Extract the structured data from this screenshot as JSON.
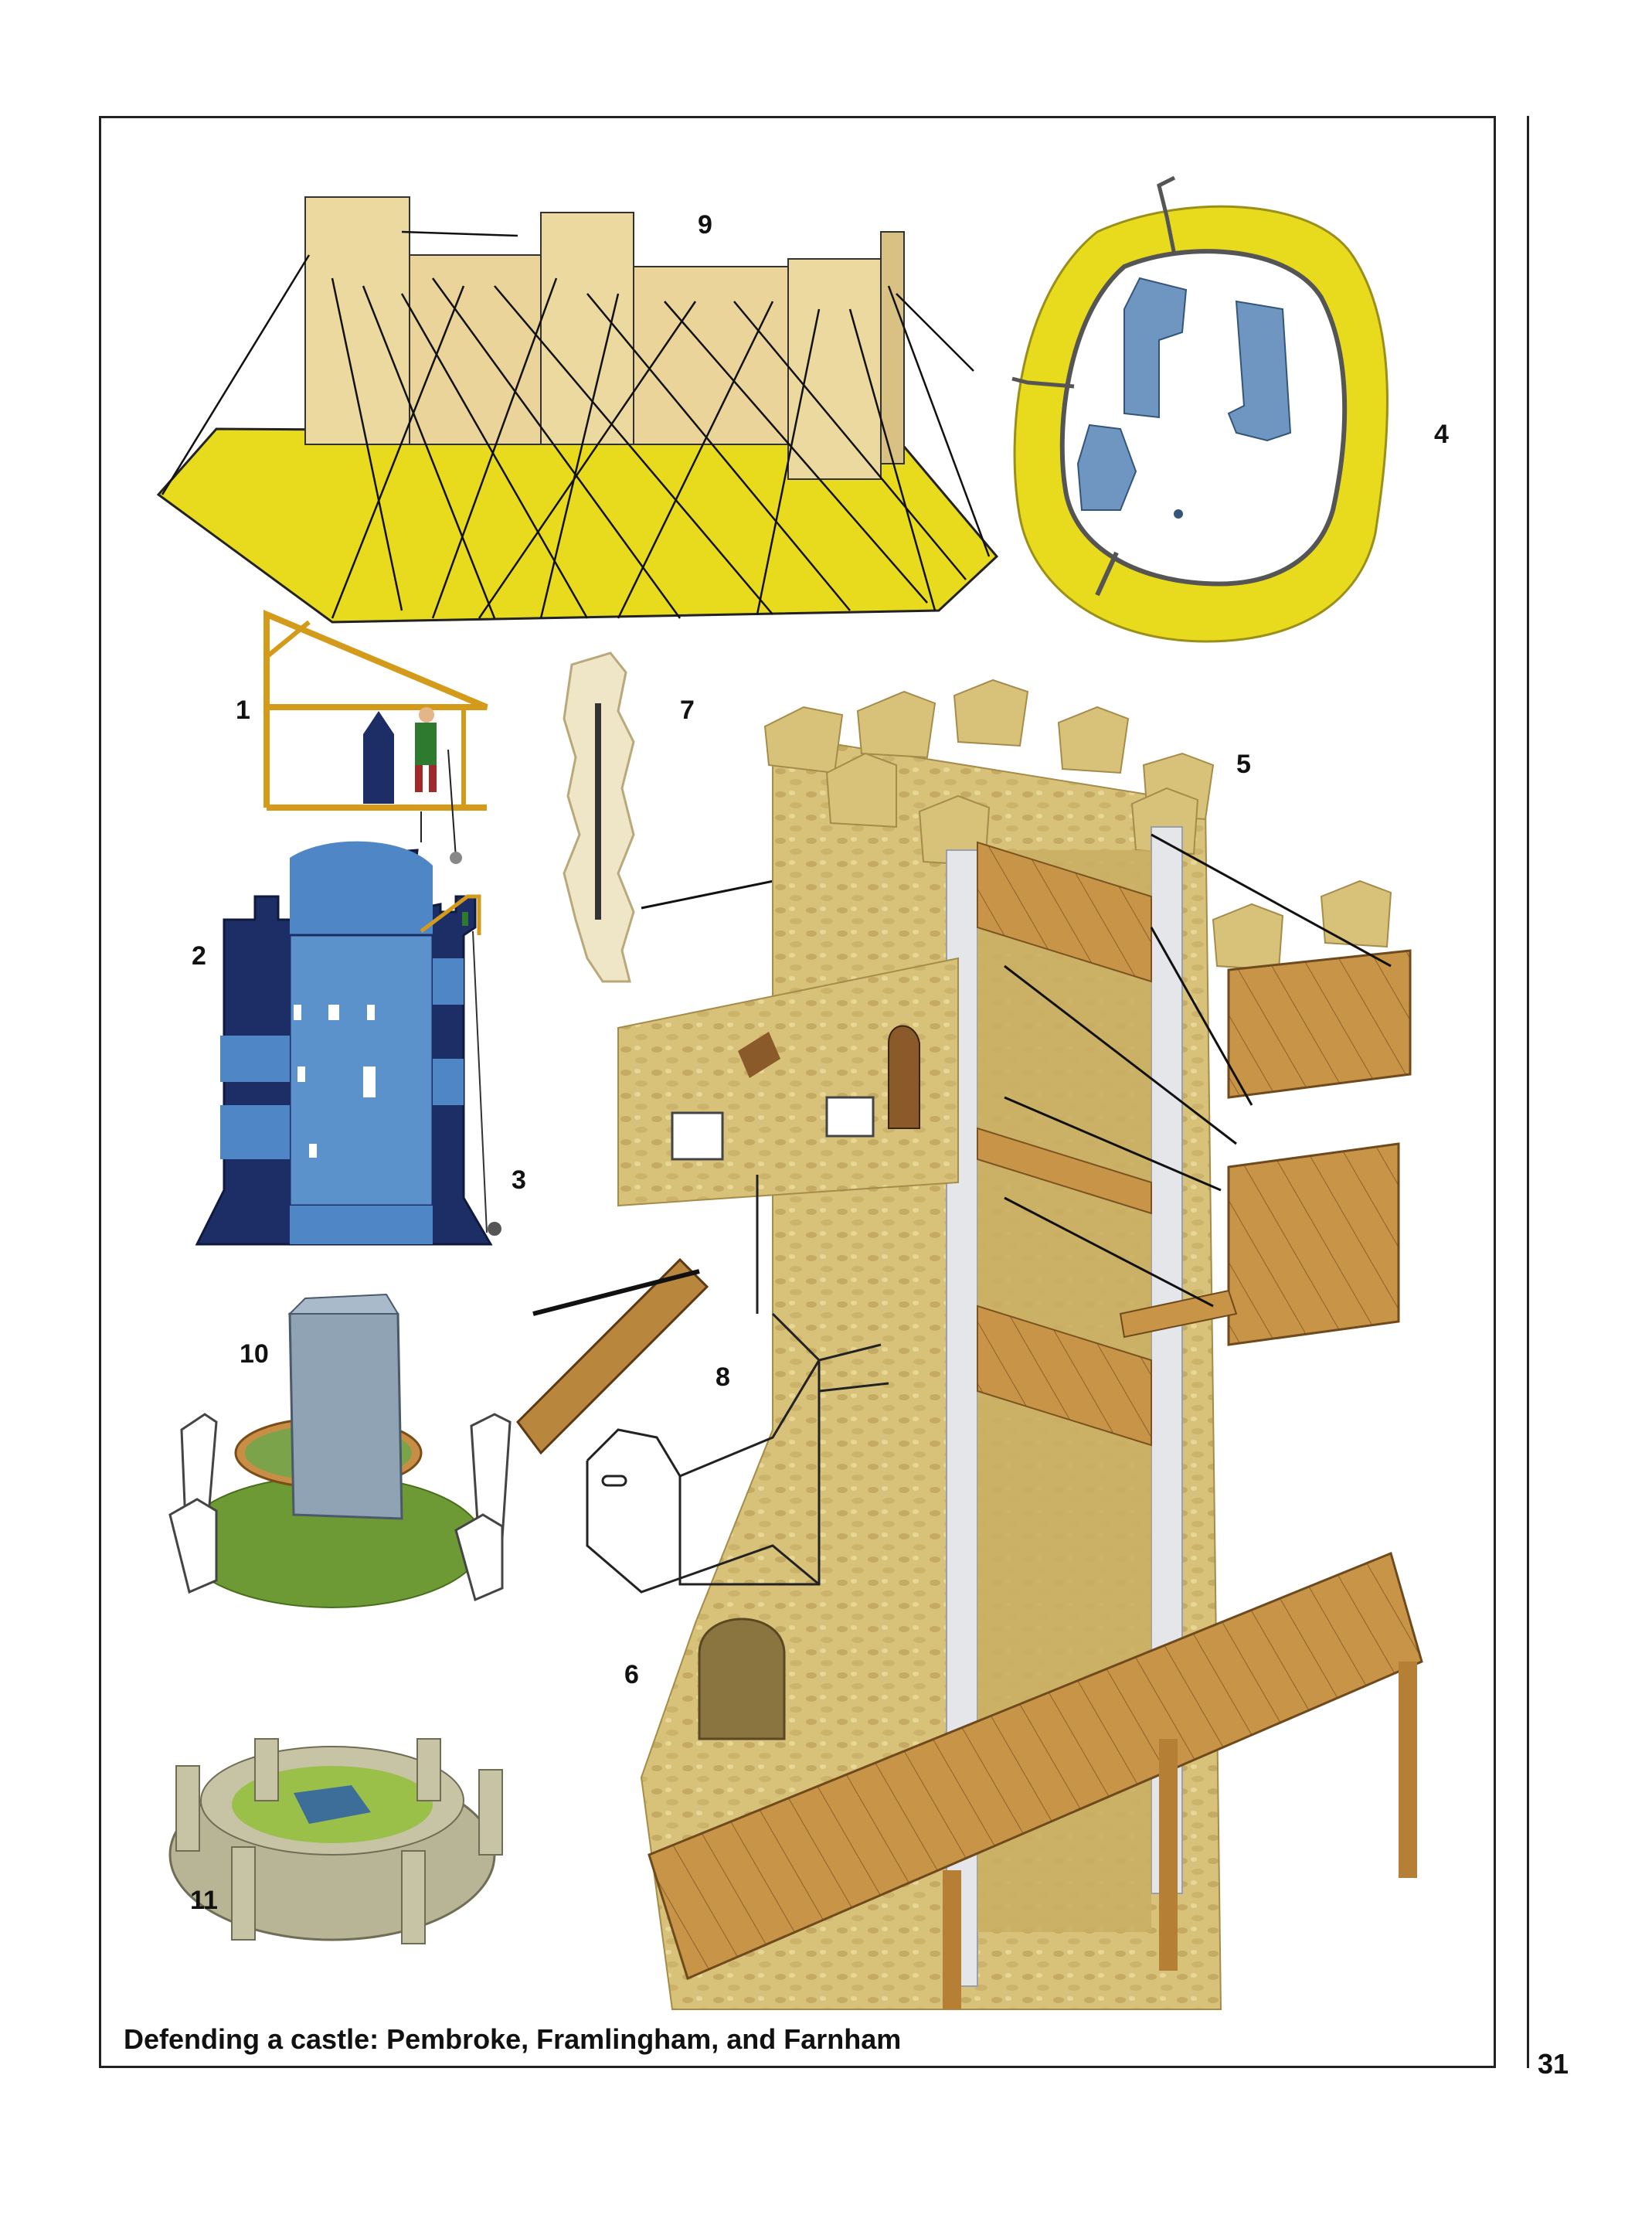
{
  "caption": "Defending a castle: Pembroke, Framlingham, and Farnham",
  "page_number": "31",
  "labels": {
    "l1": "1",
    "l2": "2",
    "l3": "3",
    "l4": "4",
    "l5": "5",
    "l6": "6",
    "l7": "7",
    "l8": "8",
    "l9": "9",
    "l10": "10",
    "l11": "11"
  },
  "colors": {
    "yellow": "#e8da1c",
    "stone": "#d8c27a",
    "wood": "#c89548",
    "blue_dark": "#1d2e66",
    "blue_light": "#5c92cc",
    "grey_blue": "#8fa3b5",
    "green": "#6e9a35"
  }
}
